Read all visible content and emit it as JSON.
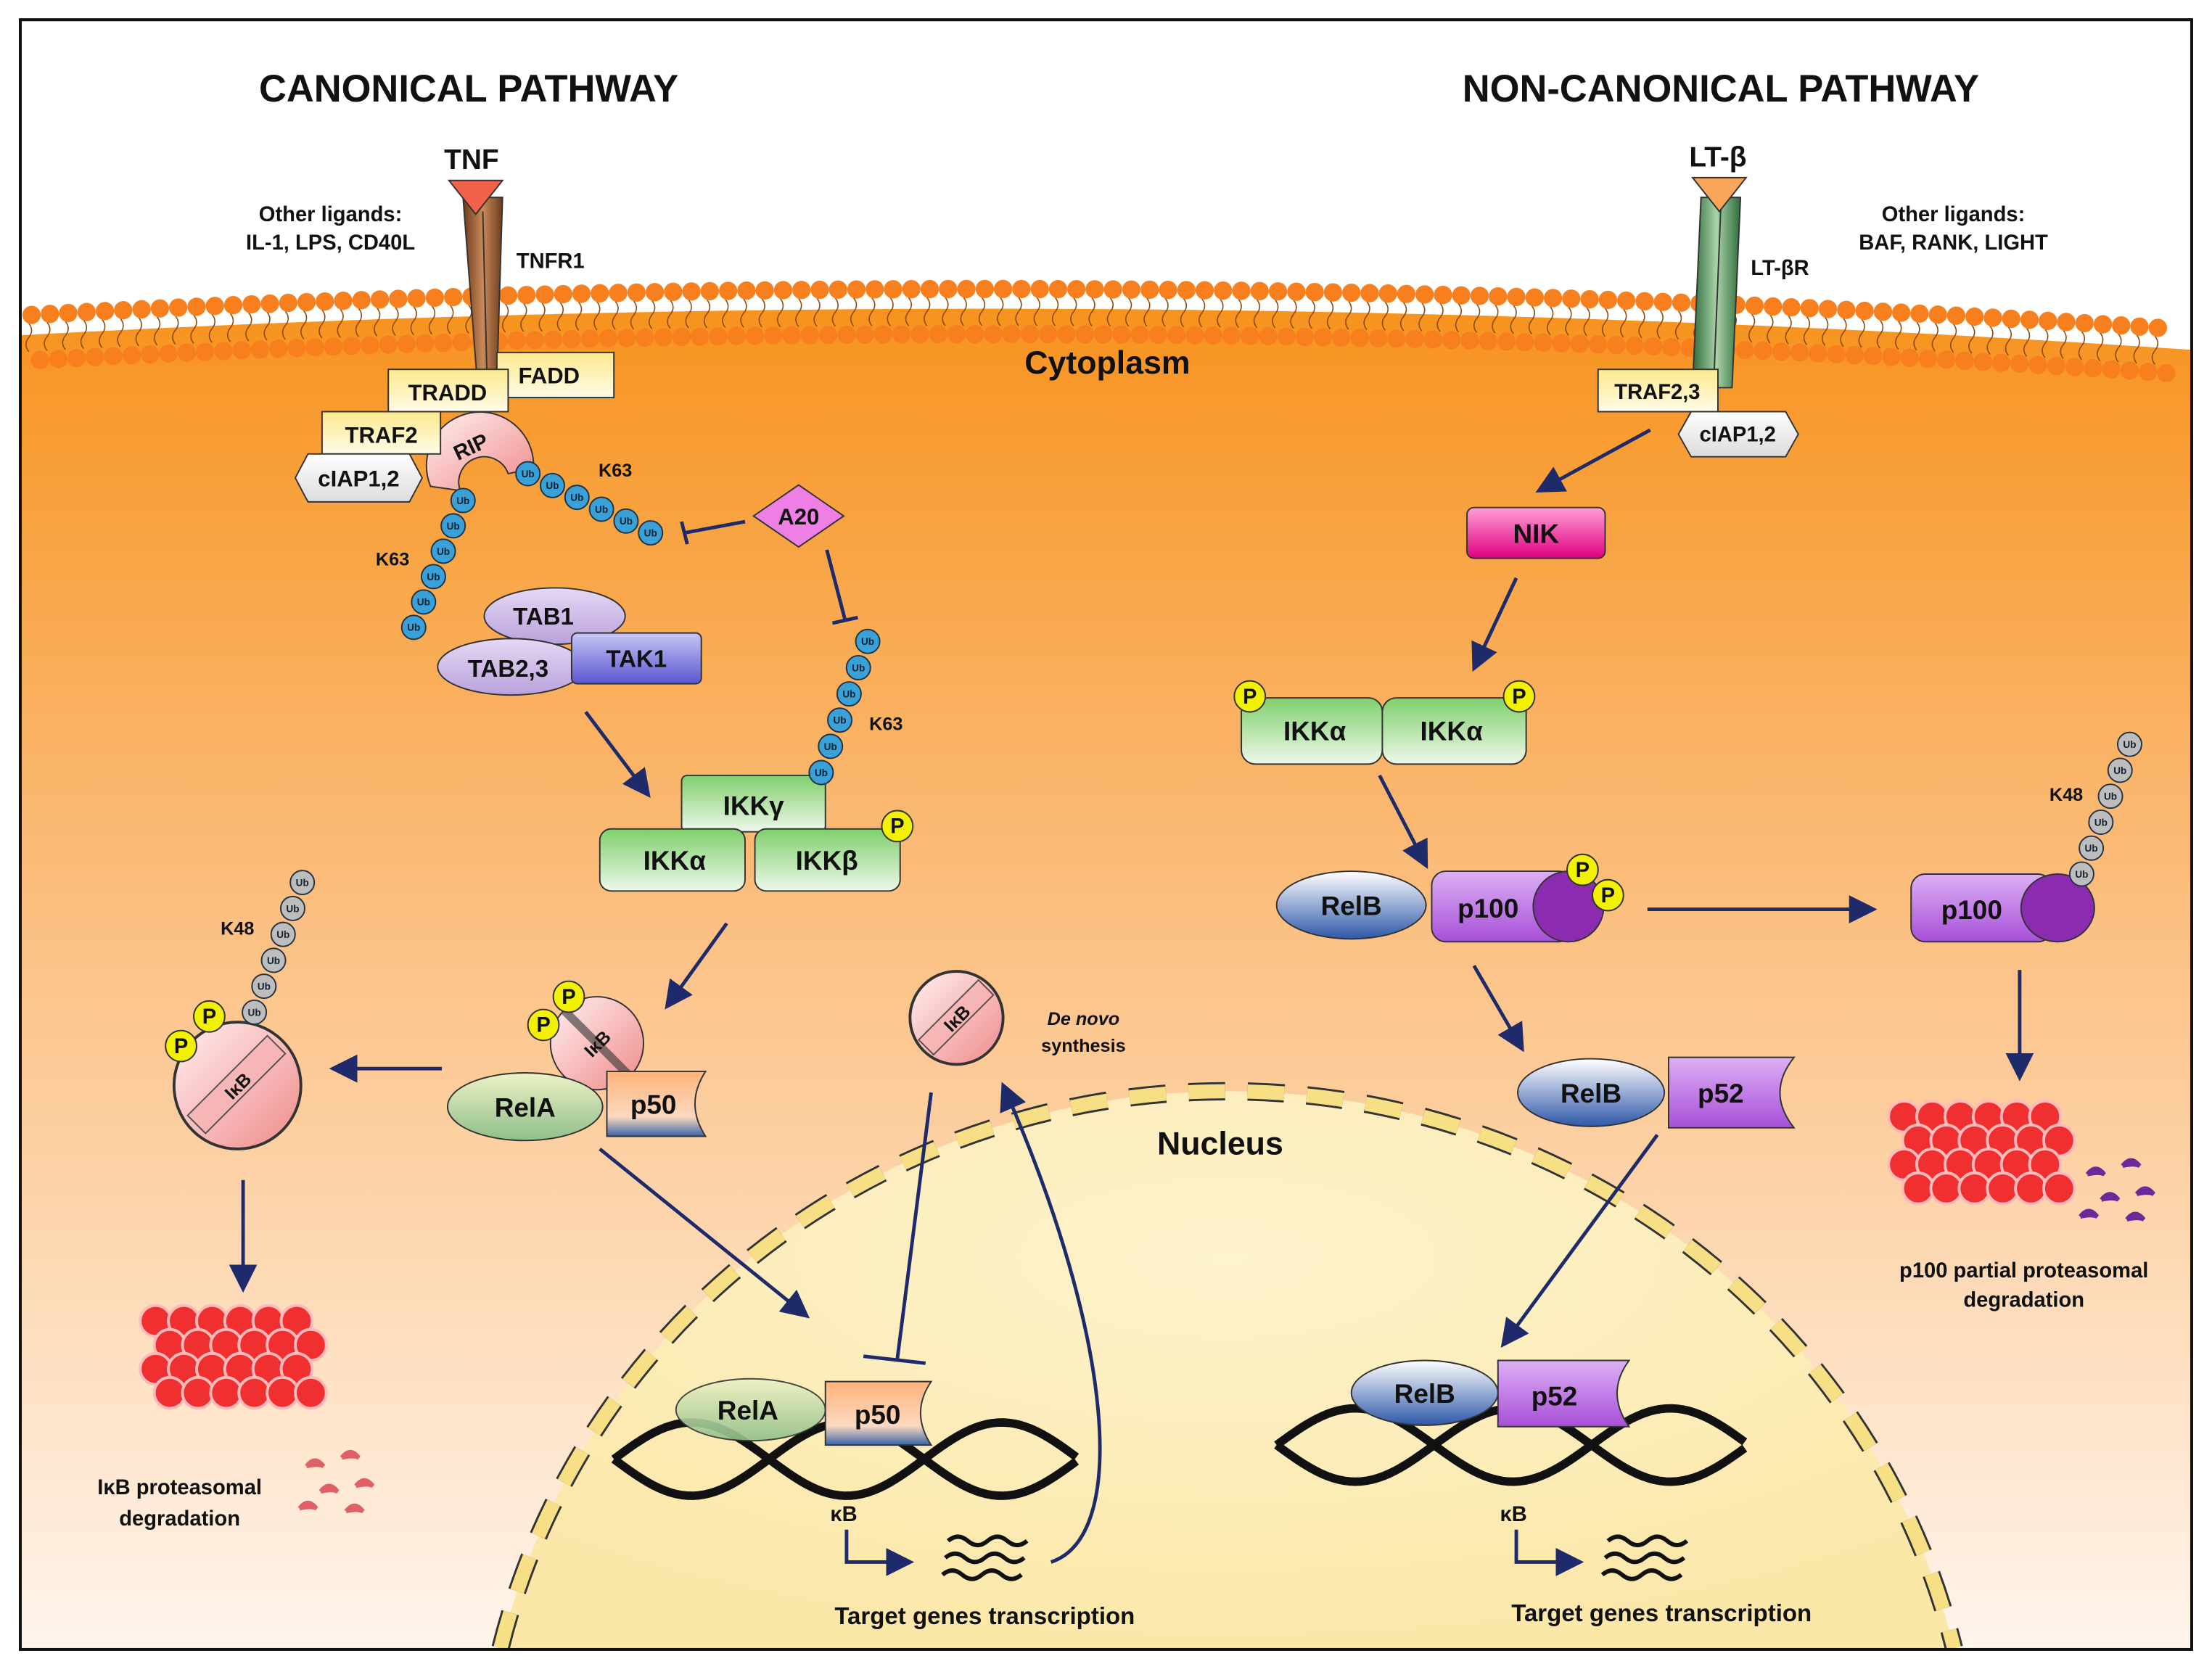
{
  "titles": {
    "canonical": "CANONICAL PATHWAY",
    "non_canonical": "NON-CANONICAL PATHWAY"
  },
  "compartments": {
    "cytoplasm": "Cytoplasm",
    "nucleus": "Nucleus"
  },
  "canonical": {
    "ligand": "TNF",
    "receptor": "TNFR1",
    "other_ligands_title": "Other ligands:",
    "other_ligands": "IL-1, LPS, CD40L",
    "fadd": "FADD",
    "tradd": "TRADD",
    "traf2": "TRAF2",
    "ciap": "cIAP1,2",
    "rip": "RIP",
    "k63_a": "K63",
    "k63_b": "K63",
    "k63_c": "K63",
    "a20": "A20",
    "tab1": "TAB1",
    "tab23": "TAB2,3",
    "tak1": "TAK1",
    "ikkg": "IKKγ",
    "ikka": "IKKα",
    "ikkb": "IKKβ",
    "rela": "RelA",
    "p50": "p50",
    "ikb": "IκB",
    "k48": "K48",
    "denovo_1": "De novo",
    "denovo_2": "synthesis",
    "degradation_1": "IκB proteasomal",
    "degradation_2": "degradation",
    "kb": "κB",
    "target": "Target genes transcription"
  },
  "non_canonical": {
    "ligand": "LT-β",
    "receptor": "LT-βR",
    "other_ligands_title": "Other ligands:",
    "other_ligands": "BAF, RANK, LIGHT",
    "traf23": "TRAF2,3",
    "ciap": "cIAP1,2",
    "nik": "NIK",
    "ikka": "IKKα",
    "relb": "RelB",
    "p100": "p100",
    "p52": "p52",
    "k48": "K48",
    "degradation_1": "p100 partial proteasomal",
    "degradation_2": "degradation",
    "kb": "κB",
    "target": "Target genes transcription"
  },
  "phospho_label": "P",
  "ub_label": "Ub",
  "colors": {
    "cytoplasm_top": "#f7931e",
    "cytoplasm_bottom": "#fff3e6",
    "nucleus": "#fdf0c0",
    "arrow": "#1f2a6b",
    "ub_canonical": "#3aa0d8",
    "ub_k48": "#bdbdbd",
    "nik": "#e6159a",
    "ikk_green": "#9fd88f",
    "p100_purple": "#b45ee0"
  }
}
